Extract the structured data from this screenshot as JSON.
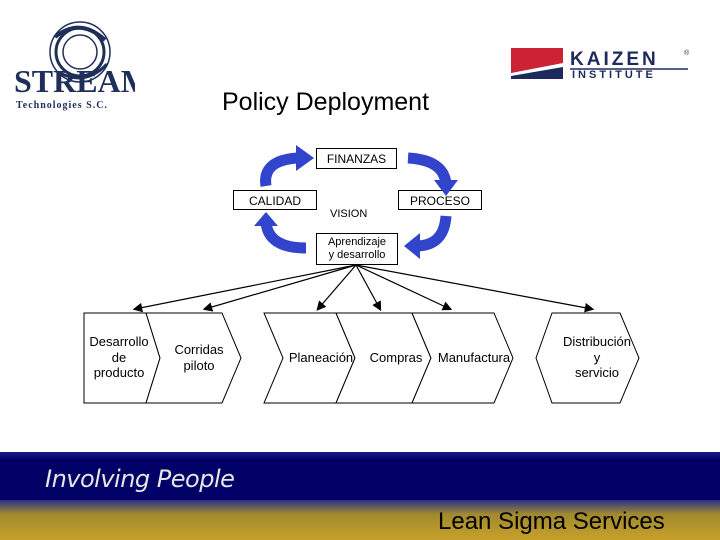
{
  "logos": {
    "stream_name": "STREAM",
    "stream_sub": "Technologies S.C.",
    "kaizen_name": "KAIZEN",
    "kaizen_sub": "INSTITUTE",
    "kaizen_mark": "®"
  },
  "title": "Policy Deployment",
  "cycle": {
    "top": "FINANZAS",
    "left": "CALIDAD",
    "right": "PROCESO",
    "center": "VISION",
    "bottom_line1": "Aprendizaje",
    "bottom_line2": "y desarrollo"
  },
  "chevrons": [
    {
      "line1": "Desarrollo",
      "line2": "de",
      "line3": "producto"
    },
    {
      "line1": "Corridas",
      "line2": "piloto"
    },
    {
      "line1": "Planeación"
    },
    {
      "line1": "Compras"
    },
    {
      "line1": "Manufactura"
    },
    {
      "line1": "Distribución",
      "line2": "y",
      "line3": "servicio"
    }
  ],
  "footer": {
    "tagline": "Involving People",
    "brand": "Lean Sigma Services"
  },
  "colors": {
    "arrow_blue": "#3344cc",
    "band_dark": "#000066",
    "band_gold": "#c7a12a",
    "kaizen_red": "#cc2233",
    "kaizen_navy": "#1f2a5c"
  }
}
